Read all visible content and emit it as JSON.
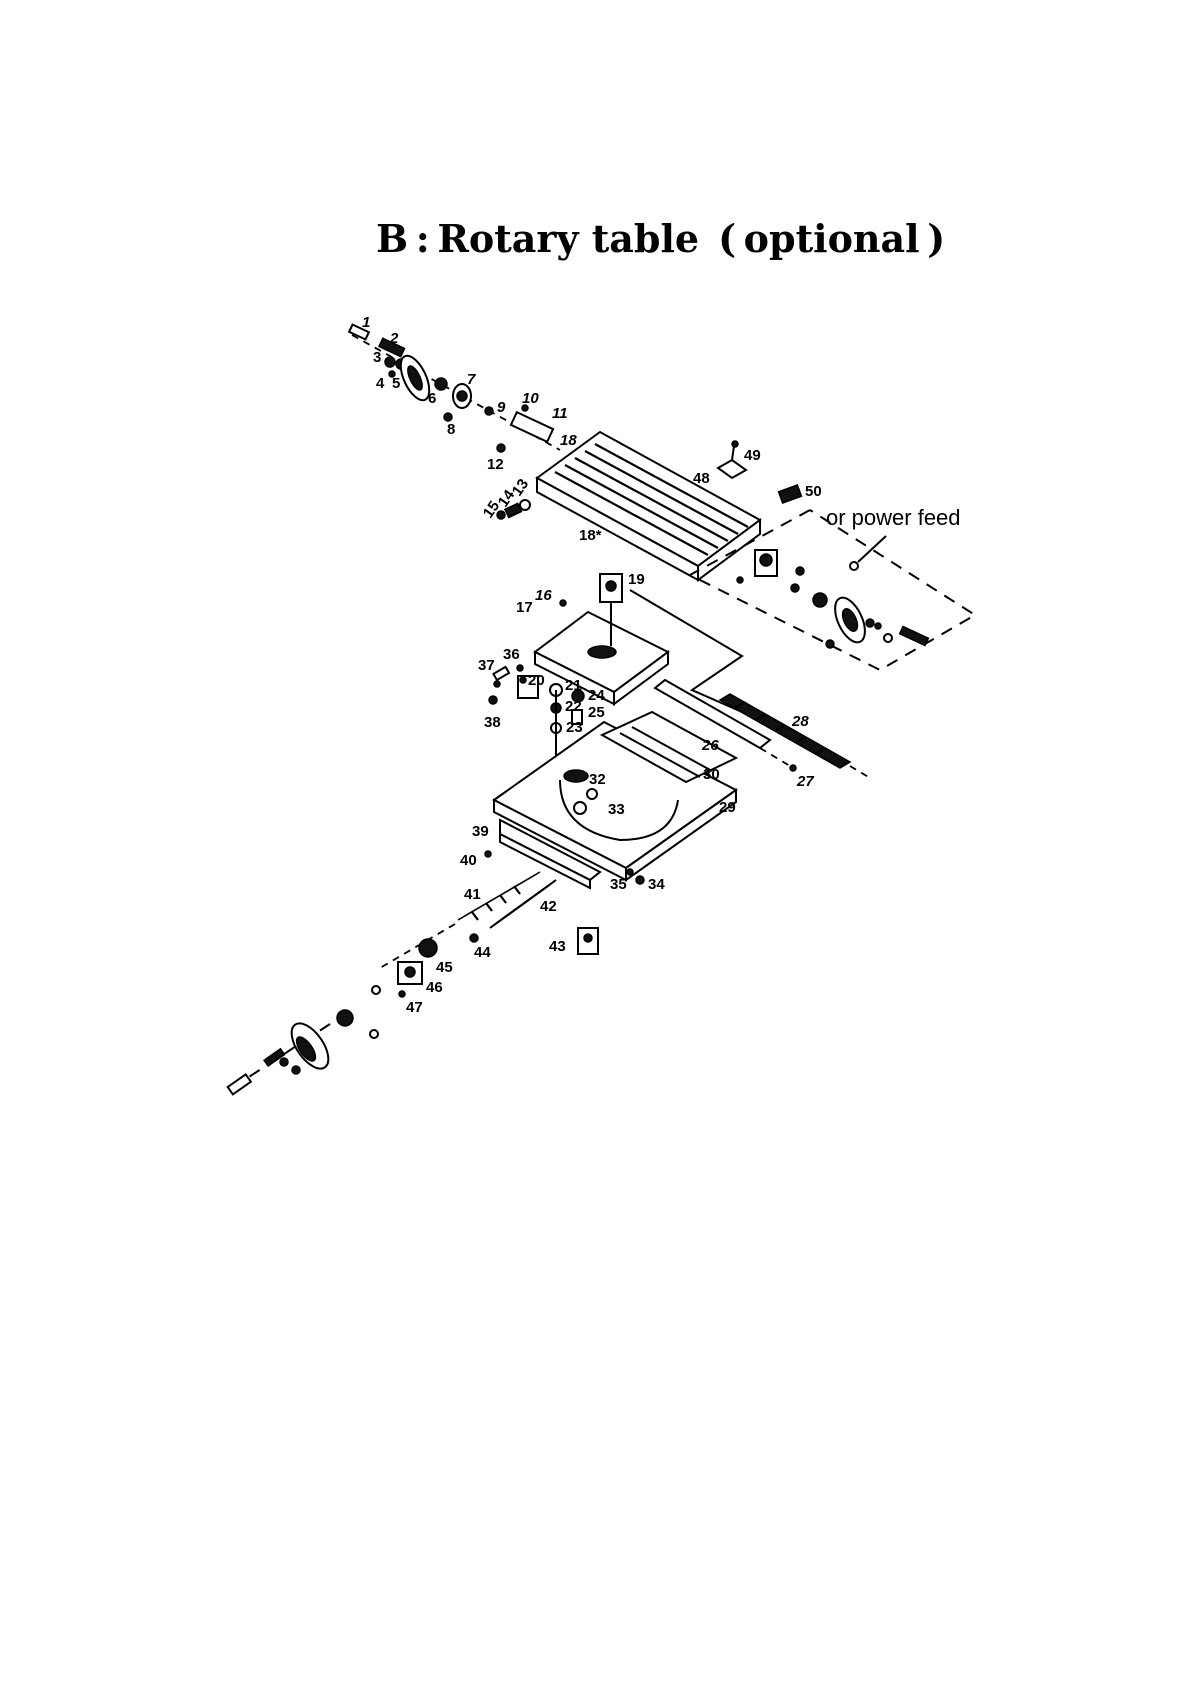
{
  "title": "B : Rotary table ( optional )",
  "callouts": {
    "or_power_feed": "or power feed"
  },
  "part_labels": [
    "1",
    "2",
    "3",
    "4",
    "5",
    "6",
    "7",
    "8",
    "9",
    "10",
    "11",
    "12",
    "13",
    "14",
    "15",
    "16",
    "17",
    "18",
    "18*",
    "19",
    "20",
    "21",
    "22",
    "23",
    "24",
    "25",
    "26",
    "27",
    "28",
    "29",
    "30",
    "32",
    "33",
    "34",
    "35",
    "36",
    "37",
    "38",
    "39",
    "40",
    "41",
    "42",
    "43",
    "44",
    "45",
    "46",
    "47",
    "48",
    "49",
    "50"
  ]
}
